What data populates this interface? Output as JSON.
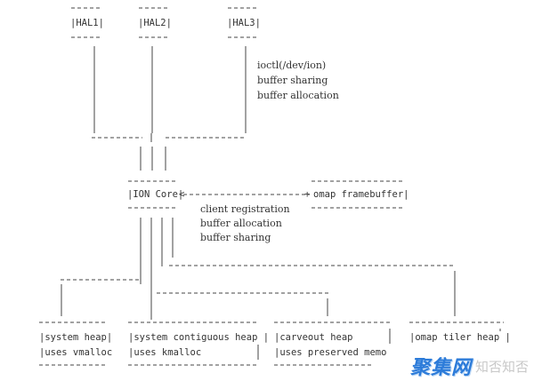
{
  "nodes": {
    "hal1": "|HAL1|",
    "hal2": "|HAL2|",
    "hal3": "|HAL3|",
    "ion_core": "|ION Core|",
    "omap_framebuffer": "omap framebuffer|",
    "system_heap": [
      "|system heap|",
      "|uses vmalloc"
    ],
    "system_contiguous_heap": [
      "|system contiguous heap |",
      "|uses kmalloc"
    ],
    "carveout_heap": [
      "|carveout heap",
      "|uses preserved memo"
    ],
    "omap_tiler_heap": [
      "|omap tiler heap |"
    ]
  },
  "hal3_notes": [
    "ioctl(/dev/ion)",
    "buffer sharing",
    "buffer allocation"
  ],
  "ion_notes": [
    "client registration",
    "buffer allocation",
    "buffer sharing"
  ],
  "watermark": {
    "logo": "聚集网",
    "sub": "知否知否"
  }
}
